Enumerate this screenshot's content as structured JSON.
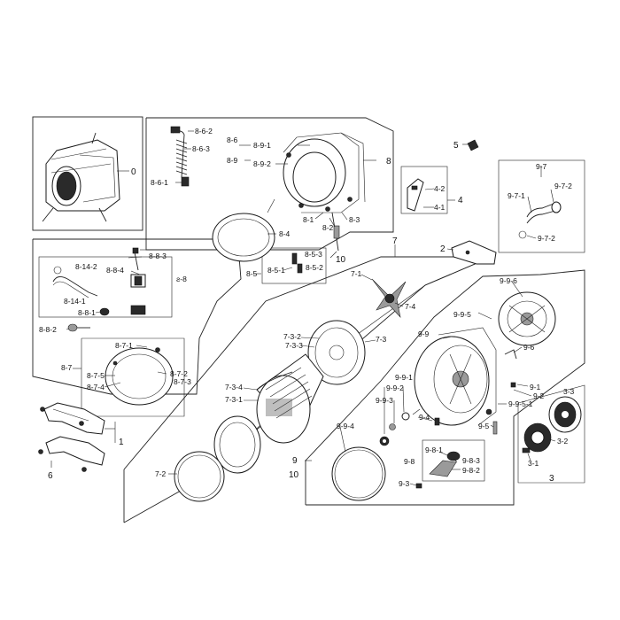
{
  "labels": {
    "p0": "0",
    "p1": "1",
    "p2": "2",
    "p3": "3",
    "p3_1": "3-1",
    "p3_2": "3-2",
    "p3_3": "3-3",
    "p4": "4",
    "p4_1": "4-1",
    "p4_2": "4-2",
    "p5": "5",
    "p6": "6",
    "p7": "7",
    "p7_1": "7-1",
    "p7_2": "7-2",
    "p7_3": "7-3",
    "p7_3_1": "7-3-1",
    "p7_3_2": "7-3-2",
    "p7_3_3": "7-3-3",
    "p7_3_4": "7-3-4",
    "p7_4": "7-4",
    "p8": "8",
    "p8_1": "8-1",
    "p8_2": "8-2",
    "p8_3": "8-3",
    "p8_4": "8-4",
    "p8_5": "8-5",
    "p8_5_1": "8-5-1",
    "p8_5_2": "8-5-2",
    "p8_5_3": "8-5-3",
    "p8_6": "8-6",
    "p8_6_1": "8-6-1",
    "p8_6_2": "8-6-2",
    "p8_6_3": "8-6-3",
    "p8_7": "8-7",
    "p8_7_1": "8-7-1",
    "p8_7_2": "8-7-2",
    "p8_7_3": "8-7-3",
    "p8_7_4": "8-7-4",
    "p8_7_5": "8-7-5",
    "p8_8_1": "8-8-1",
    "p8_8_2": "8-8-2",
    "p8_8_3": "8-8-3",
    "p8_8_4": "8-8-4",
    "p8_9": "8-9",
    "p8_9_1": "8-9-1",
    "p8_9_2": "8-9-2",
    "p8_14_1": "8-14-1",
    "p8_14_2": "8-14-2",
    "p9": "9",
    "p9_1": "9-1",
    "p9_2": "9-2",
    "p9_3": "9-3",
    "p9_4": "9-4",
    "p9_5": "9-5",
    "p9_6": "9-6",
    "p9_7": "9-7",
    "p9_7_1": "9-7-1",
    "p9_7_2a": "9-7-2",
    "p9_7_2b": "9-7-2",
    "p9_8": "9-8",
    "p9_8_1": "9-8-1",
    "p9_8_2": "9-8-2",
    "p9_8_3": "9-8-3",
    "p9_9": "9-9",
    "p9_9_1": "9-9-1",
    "p9_9_2": "9-9-2",
    "p9_9_3": "9-9-3",
    "p9_9_4": "9-9-4",
    "p9_9_5": "9-9-5",
    "p9_9_5_1": "9-9-5-1",
    "p9_9_6": "9-9-6",
    "p10a": "10",
    "p10b": "10",
    "scale_mark": "ƨ-8"
  }
}
